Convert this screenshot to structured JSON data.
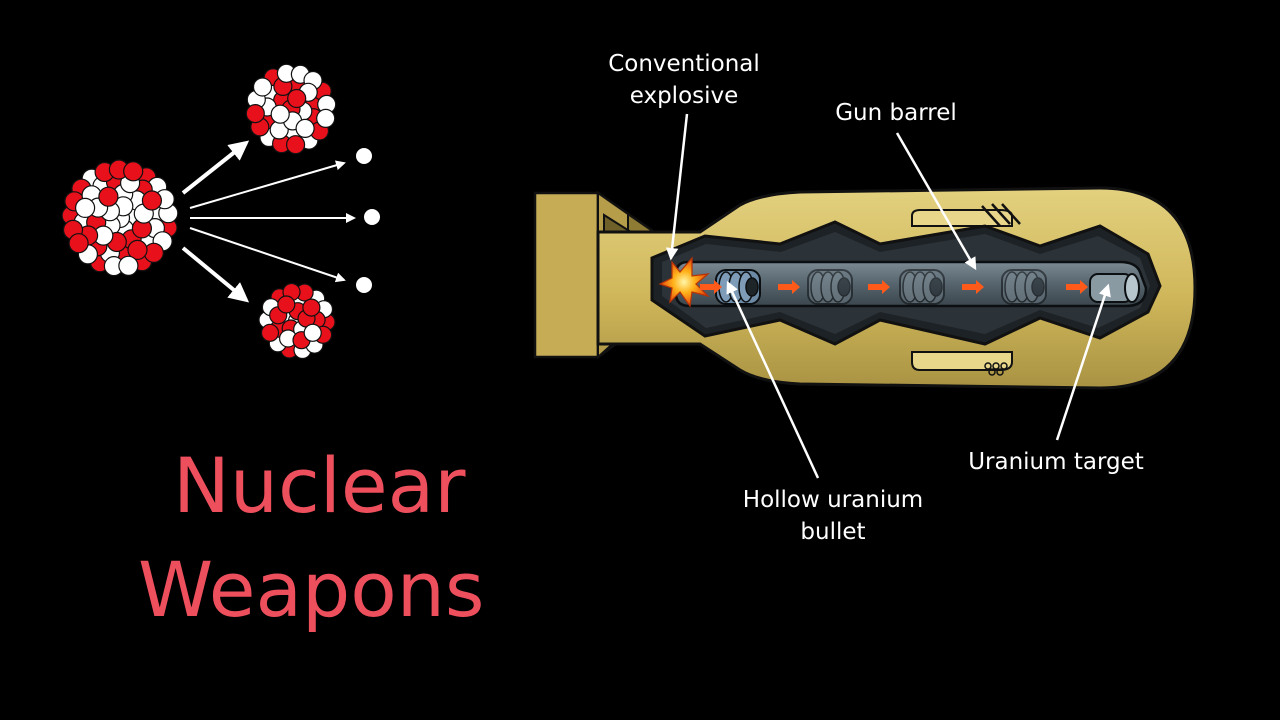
{
  "title": {
    "line1": "Nuclear",
    "line2": "Weapons"
  },
  "labels": {
    "conventional_explosive": {
      "line1": "Conventional",
      "line2": "explosive"
    },
    "gun_barrel": "Gun barrel",
    "hollow_uranium_bullet": {
      "line1": "Hollow uranium",
      "line2": "bullet"
    },
    "uranium_target": "Uranium target"
  },
  "colors": {
    "background": "#000000",
    "title": "#ee4f5d",
    "proton": "#e8101b",
    "neutron": "#ffffff",
    "bomb_casing": "#d6c06a",
    "barrel": "#5f6e78",
    "arrow": "#ff5a1a"
  },
  "icons": [
    "uranium-nucleus-icon",
    "fission-fragment-icon",
    "free-neutron-icon",
    "explosion-icon",
    "gun-type-bomb-icon"
  ]
}
